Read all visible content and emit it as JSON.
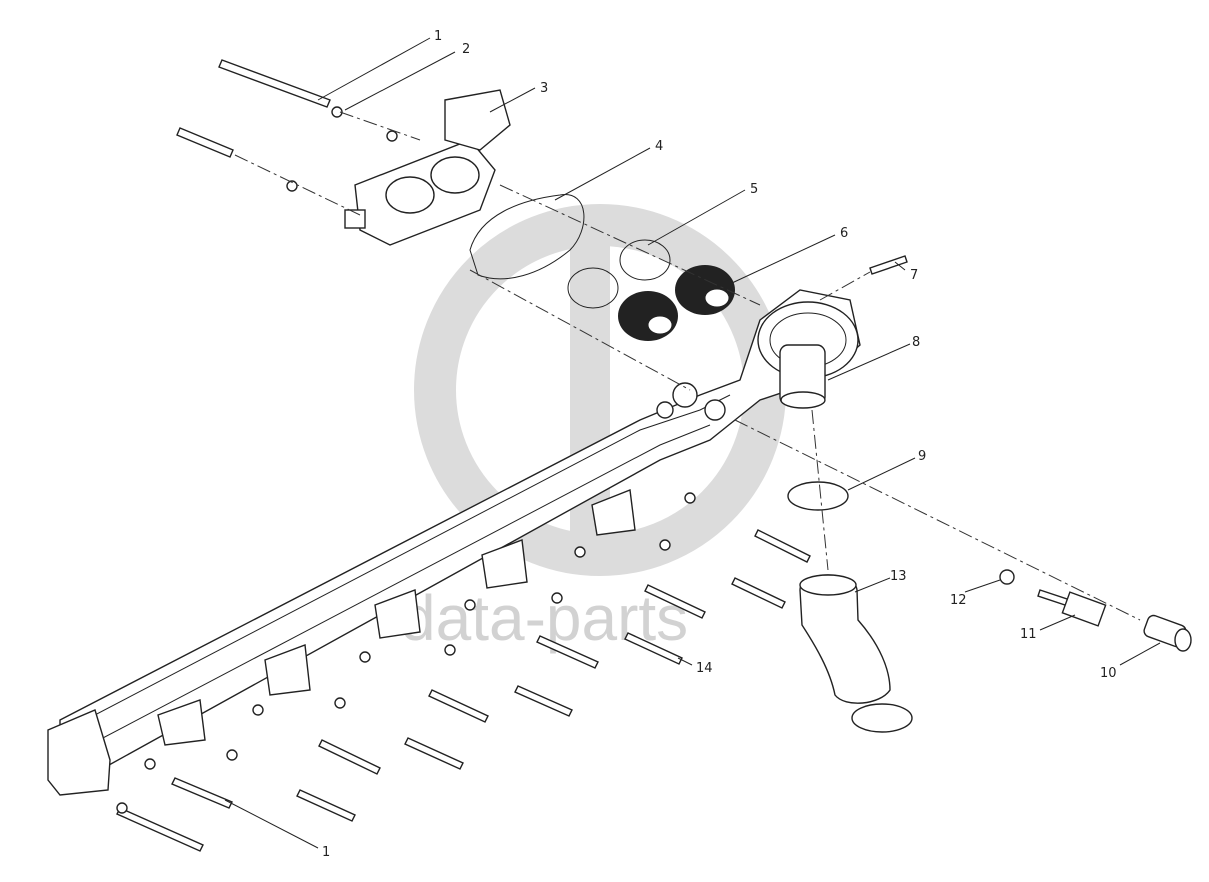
{
  "diagram": {
    "callouts": [
      {
        "id": "c1a",
        "label": "1"
      },
      {
        "id": "c2",
        "label": "2"
      },
      {
        "id": "c3",
        "label": "3"
      },
      {
        "id": "c4",
        "label": "4"
      },
      {
        "id": "c5",
        "label": "5"
      },
      {
        "id": "c6",
        "label": "6"
      },
      {
        "id": "c7",
        "label": "7"
      },
      {
        "id": "c8",
        "label": "8"
      },
      {
        "id": "c9",
        "label": "9"
      },
      {
        "id": "c13",
        "label": "13"
      },
      {
        "id": "c12",
        "label": "12"
      },
      {
        "id": "c11",
        "label": "11"
      },
      {
        "id": "c10",
        "label": "10"
      },
      {
        "id": "c14",
        "label": "14"
      },
      {
        "id": "c1b",
        "label": "1"
      }
    ],
    "watermark": {
      "text": "data-parts"
    }
  }
}
